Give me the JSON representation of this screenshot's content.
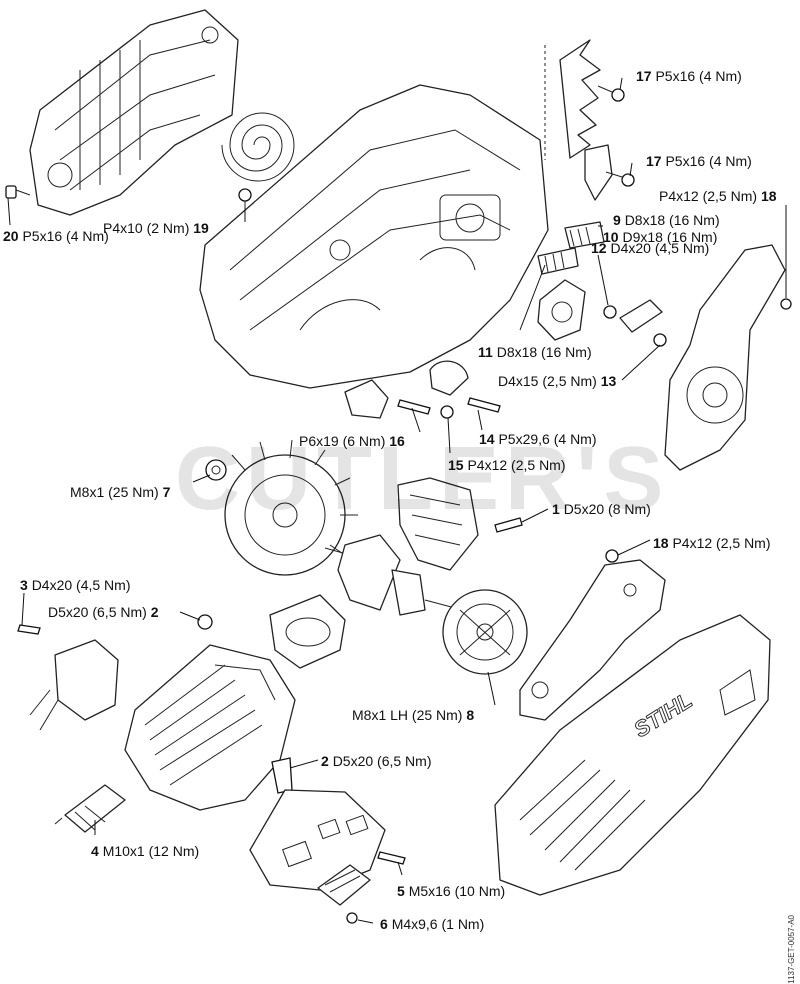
{
  "watermark": "CUTLER'S",
  "brand_mark": "STIHL",
  "drawing_code": "1137-GET-0057-A0",
  "callouts": [
    {
      "id": "c17a",
      "num": "17",
      "spec": "P5x16 (4 Nm)"
    },
    {
      "id": "c17b",
      "num": "17",
      "spec": "P5x16 (4 Nm)"
    },
    {
      "id": "c18a",
      "num": "18",
      "spec": "P4x12 (2,5 Nm)"
    },
    {
      "id": "c9",
      "num": "9",
      "spec": "D8x18 (16 Nm)"
    },
    {
      "id": "c10",
      "num": "10",
      "spec": "D9x18 (16 Nm)"
    },
    {
      "id": "c12",
      "num": "12",
      "spec": "D4x20 (4,5 Nm)"
    },
    {
      "id": "c11",
      "num": "11",
      "spec": "D8x18 (16 Nm)"
    },
    {
      "id": "c13",
      "num": "13",
      "spec": "D4x15 (2,5 Nm)"
    },
    {
      "id": "c14",
      "num": "14",
      "spec": "P5x29,6 (4 Nm)"
    },
    {
      "id": "c15",
      "num": "15",
      "spec": "P4x12 (2,5 Nm)"
    },
    {
      "id": "c16",
      "num": "16",
      "spec": "P6x19 (6 Nm)"
    },
    {
      "id": "c19",
      "num": "19",
      "spec": "P4x10 (2 Nm)"
    },
    {
      "id": "c20",
      "num": "20",
      "spec": "P5x16 (4 Nm)"
    },
    {
      "id": "c7",
      "num": "7",
      "spec": "M8x1 (25 Nm)"
    },
    {
      "id": "c1",
      "num": "1",
      "spec": "D5x20 (8 Nm)"
    },
    {
      "id": "c18b",
      "num": "18",
      "spec": "P4x12 (2,5 Nm)"
    },
    {
      "id": "c3",
      "num": "3",
      "spec": "D4x20 (4,5 Nm)"
    },
    {
      "id": "c2a",
      "num": "2",
      "spec": "D5x20 (6,5 Nm)"
    },
    {
      "id": "c8",
      "num": "8",
      "spec": "M8x1 LH (25 Nm)"
    },
    {
      "id": "c2b",
      "num": "2",
      "spec": "D5x20 (6,5 Nm)"
    },
    {
      "id": "c4",
      "num": "4",
      "spec": "M10x1 (12 Nm)"
    },
    {
      "id": "c5",
      "num": "5",
      "spec": "M5x16 (10 Nm)"
    },
    {
      "id": "c6",
      "num": "6",
      "spec": "M4x9,6 (1 Nm)"
    }
  ]
}
